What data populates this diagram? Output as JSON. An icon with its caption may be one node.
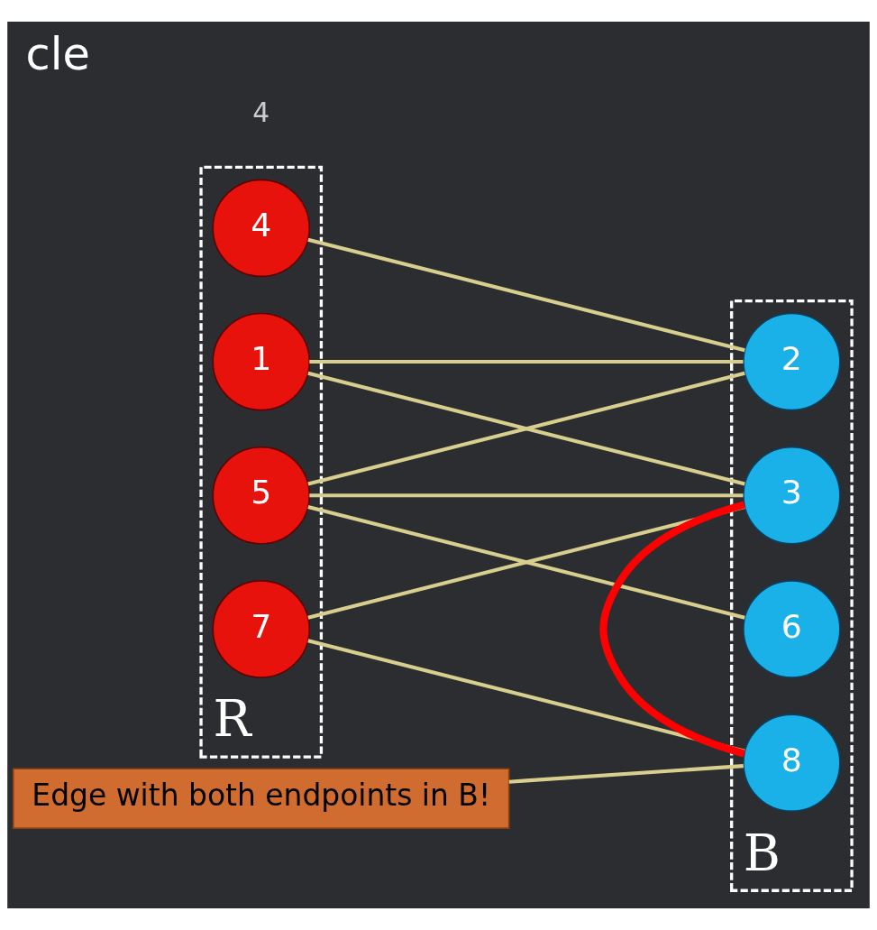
{
  "diagram": {
    "title": "cle",
    "nodes": [
      {
        "text": [
          "R"
        ]
      },
      {
        "text": [
          "7"
        ],
        "in": 0
      },
      {
        "text": [
          "5"
        ],
        "in": 0
      },
      {
        "text": [
          "1"
        ],
        "in": 0
      },
      {
        "text": [
          "4"
        ],
        "in": 0
      },
      {
        "text": [
          "B"
        ]
      },
      {
        "text": [
          "8"
        ],
        "in": 5
      },
      {
        "text": [
          "3"
        ],
        "in": 5
      },
      {
        "text": [
          "6"
        ],
        "in": 5
      },
      {
        "text": [
          "2"
        ],
        "in": 5
      },
      {
        "text": [
          "Edge with both endpoints in B!"
        ]
      }
    ],
    "edges": [
      {
        "from": 1,
        "to": 6,
        "arrow": "none"
      },
      {
        "from": 1,
        "to": 7,
        "arrow": "none"
      },
      {
        "from": 2,
        "to": 7,
        "arrow": "none"
      },
      {
        "from": 2,
        "to": 8,
        "arrow": "none"
      },
      {
        "from": 2,
        "to": 9,
        "arrow": "none"
      },
      {
        "from": 3,
        "to": 7,
        "arrow": "none"
      },
      {
        "from": 3,
        "to": 9,
        "arrow": "none"
      },
      {
        "from": 4,
        "to": 9,
        "arrow": "none"
      },
      {
        "from": 6,
        "to": 7,
        "arrow": "none",
        "style": "thick",
        "color": "#ff0000"
      },
      {
        "from": 10,
        "to": 6,
        "arrow": "none"
      }
    ],
    "labels": [
      "4"
    ]
  }
}
